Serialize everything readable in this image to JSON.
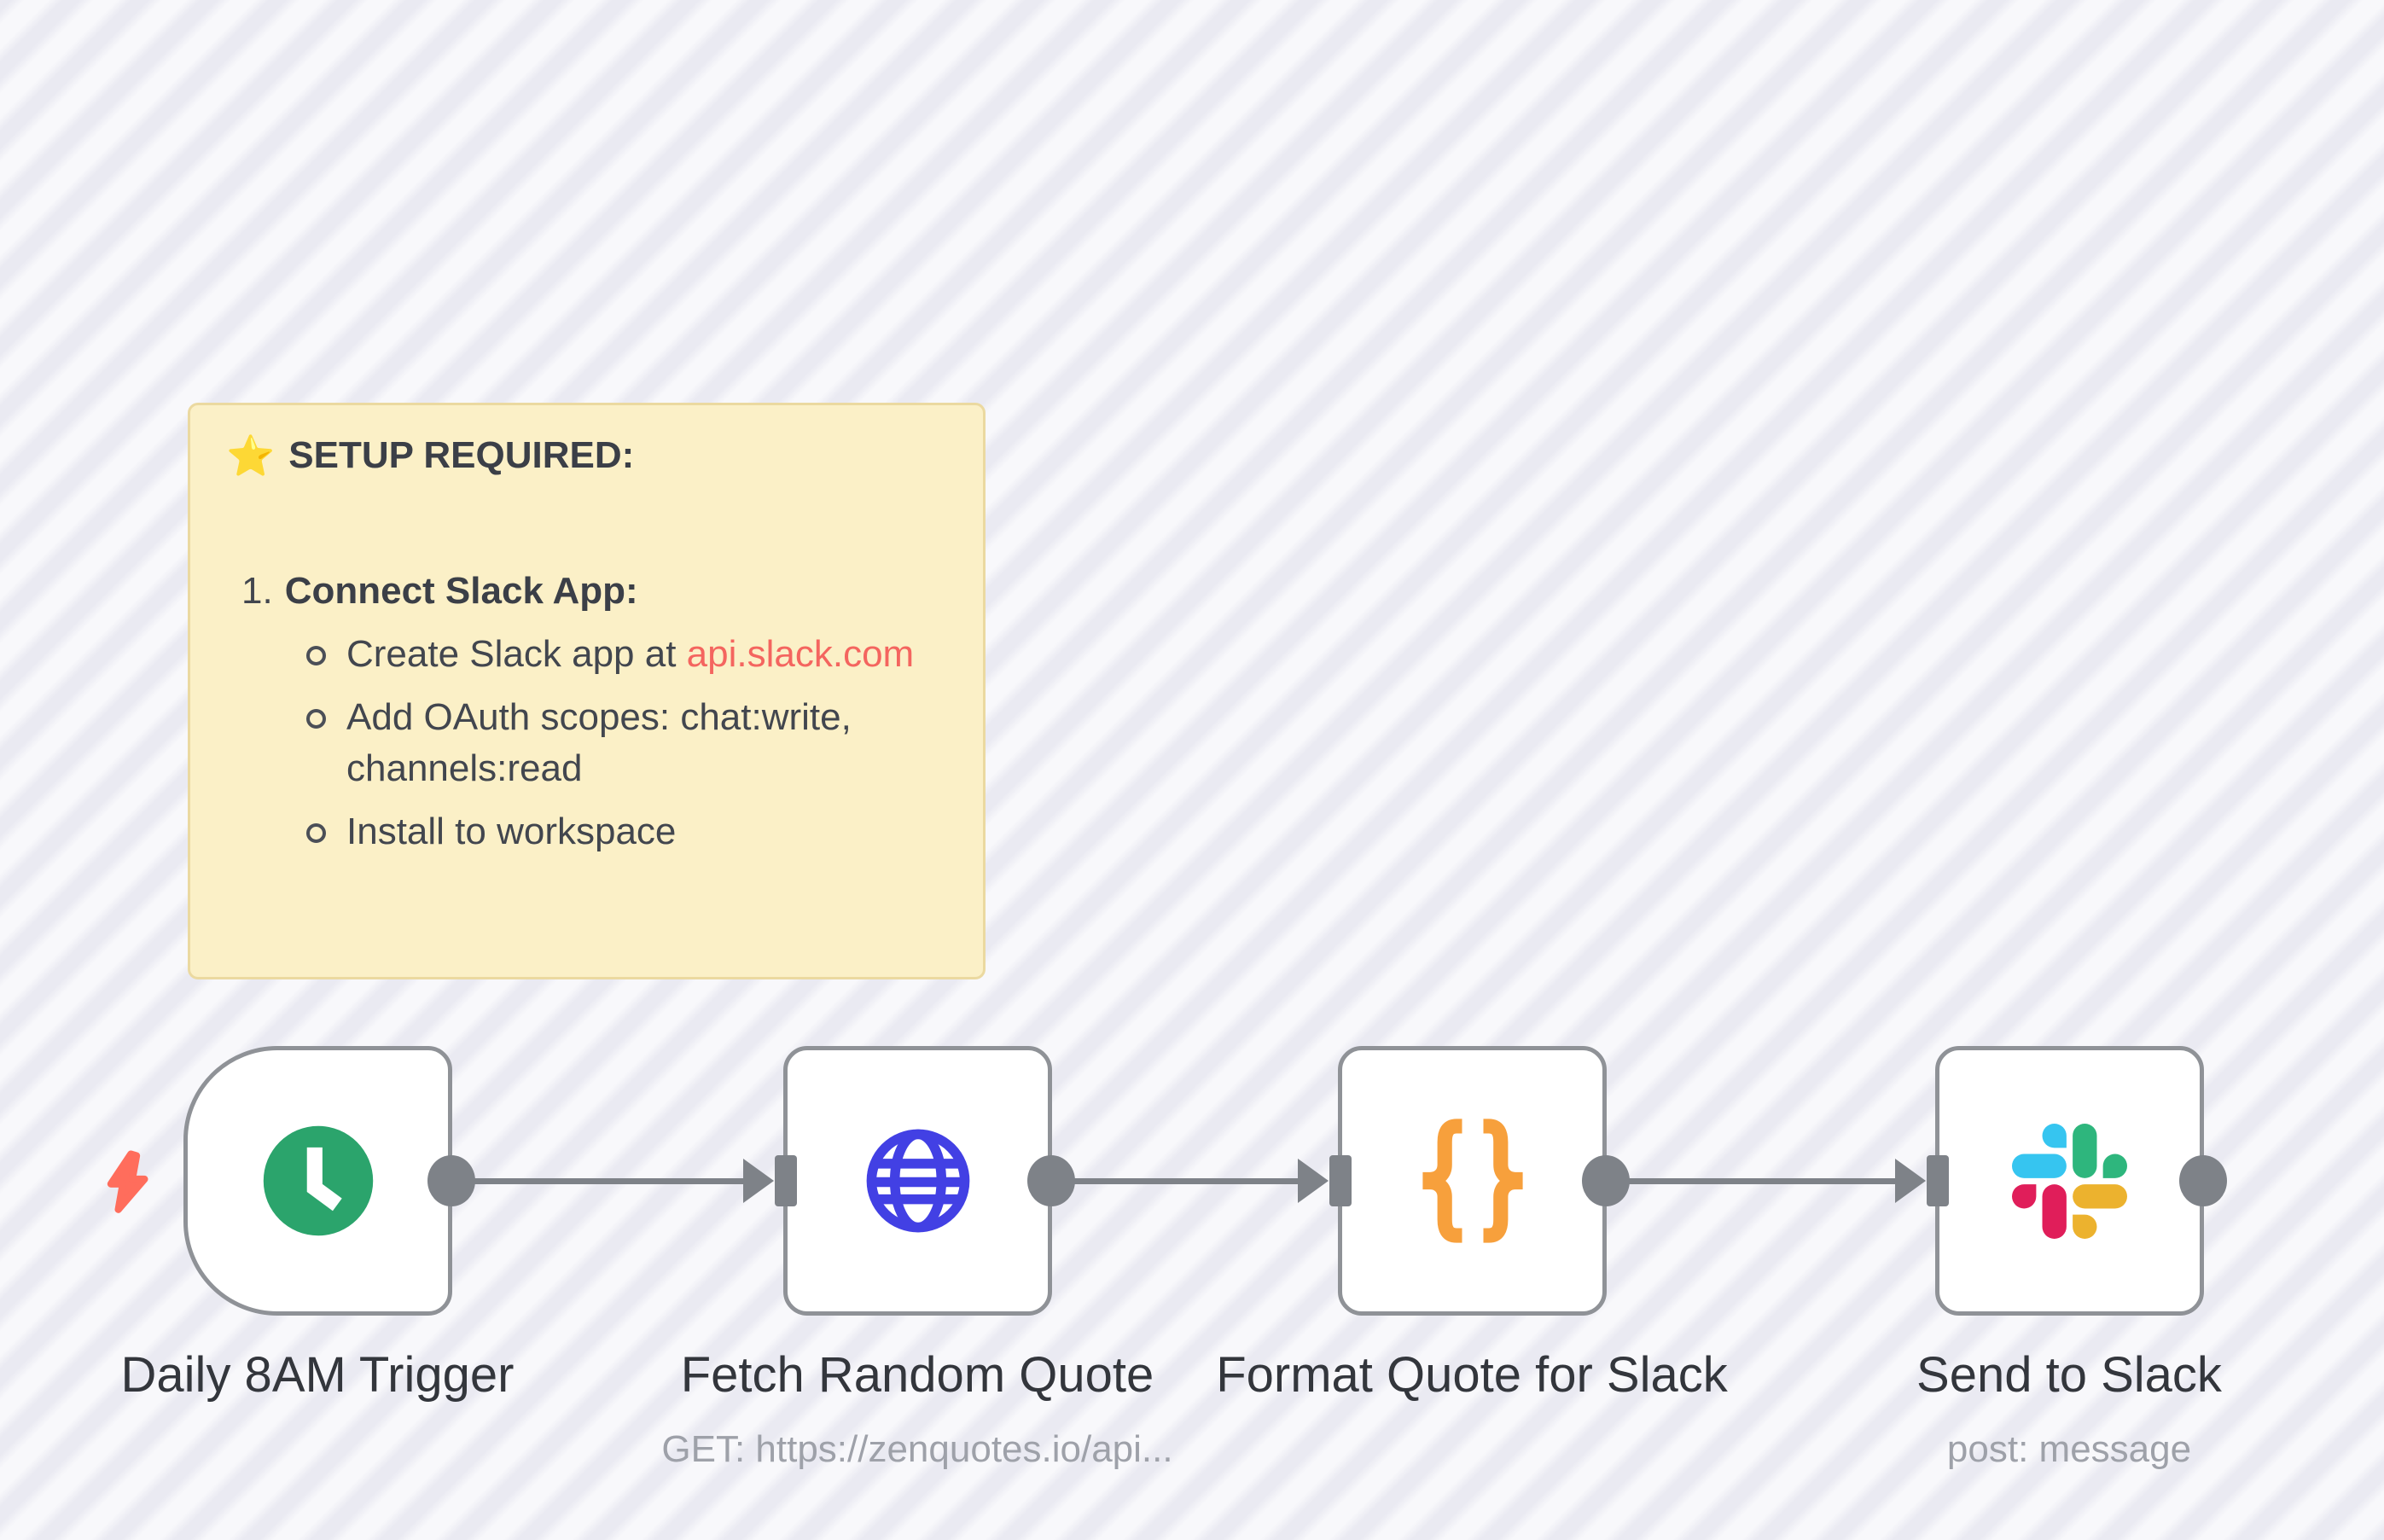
{
  "canvas": {
    "stripe_light": "#F8F8FB",
    "stripe_dark": "#EAEAF2"
  },
  "sticky_note": {
    "star_icon": "⭐",
    "title": "SETUP REQUIRED:",
    "step_number": "1.",
    "step_title": "Connect Slack App:",
    "bullets": {
      "b1_text": "Create Slack app at ",
      "b1_link": "api.slack.com",
      "b2": "Add OAuth scopes: chat:write, channels:read",
      "b3": "Install to workspace"
    },
    "colors": {
      "background": "#FBF0C7",
      "border": "#EBD9A0",
      "text": "#42464E",
      "link": "#F4655F"
    }
  },
  "workflow": {
    "connector_color": "#7E8288",
    "node_border_color": "#8F9297",
    "trigger_bolt_color": "#FF6D5C",
    "nodes": [
      {
        "label": "Daily 8AM Trigger",
        "subtitle": "",
        "icon": "clock-icon",
        "icon_color": "#2BA46C"
      },
      {
        "label": "Fetch Random Quote",
        "subtitle": "GET: https://zenquotes.io/api...",
        "icon": "globe-icon",
        "icon_color": "#4240E4"
      },
      {
        "label": "Format Quote for Slack",
        "subtitle": "",
        "icon": "curly-braces-icon",
        "icon_color": "#F7A03C"
      },
      {
        "label": "Send to Slack",
        "subtitle": "post: message",
        "icon": "slack-icon",
        "icon_color": "#E01E5A"
      }
    ],
    "slack_colors": {
      "blue": "#36C5F0",
      "green": "#2EB67D",
      "red": "#E01E5A",
      "yellow": "#ECB22E"
    }
  }
}
